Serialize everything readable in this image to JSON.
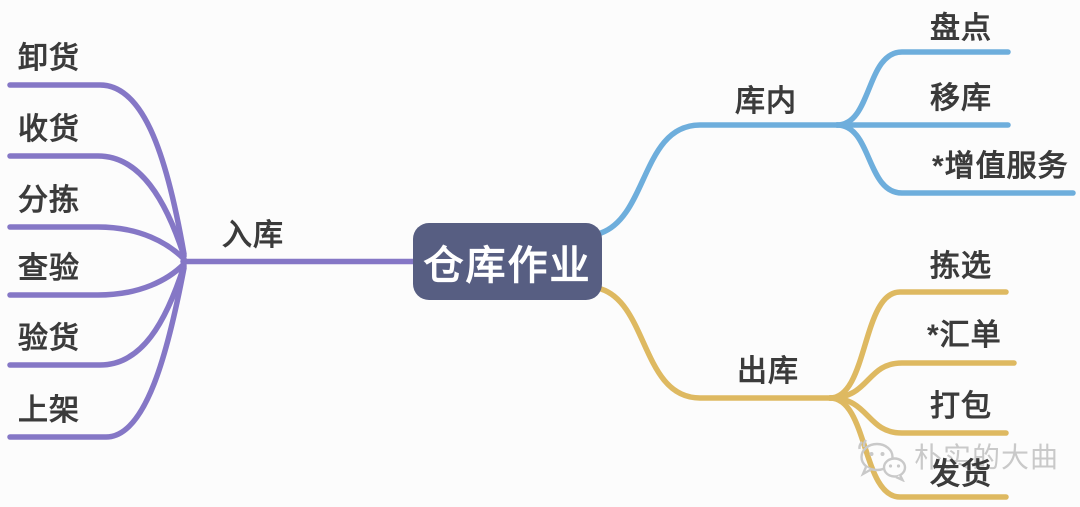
{
  "root": {
    "label": "仓库作业"
  },
  "branches": [
    {
      "id": "inbound",
      "label": "入库",
      "color": "#8577C6",
      "children": [
        "卸货",
        "收货",
        "分拣",
        "查验",
        "验货",
        "上架"
      ]
    },
    {
      "id": "in-warehouse",
      "label": "库内",
      "color": "#6EAEDC",
      "children": [
        "盘点",
        "移库",
        "*增值服务"
      ]
    },
    {
      "id": "outbound",
      "label": "出库",
      "color": "#DEB961",
      "children": [
        "拣选",
        "*汇单",
        "打包",
        "发货"
      ]
    }
  ],
  "watermark": {
    "text": "朴实的大曲"
  },
  "colors": {
    "root_bg": "#575E82",
    "root_text": "#FFFFFF",
    "label_text": "#3B3B3B",
    "watermark": "#C9C9C9",
    "background": "#FCFCFC"
  }
}
